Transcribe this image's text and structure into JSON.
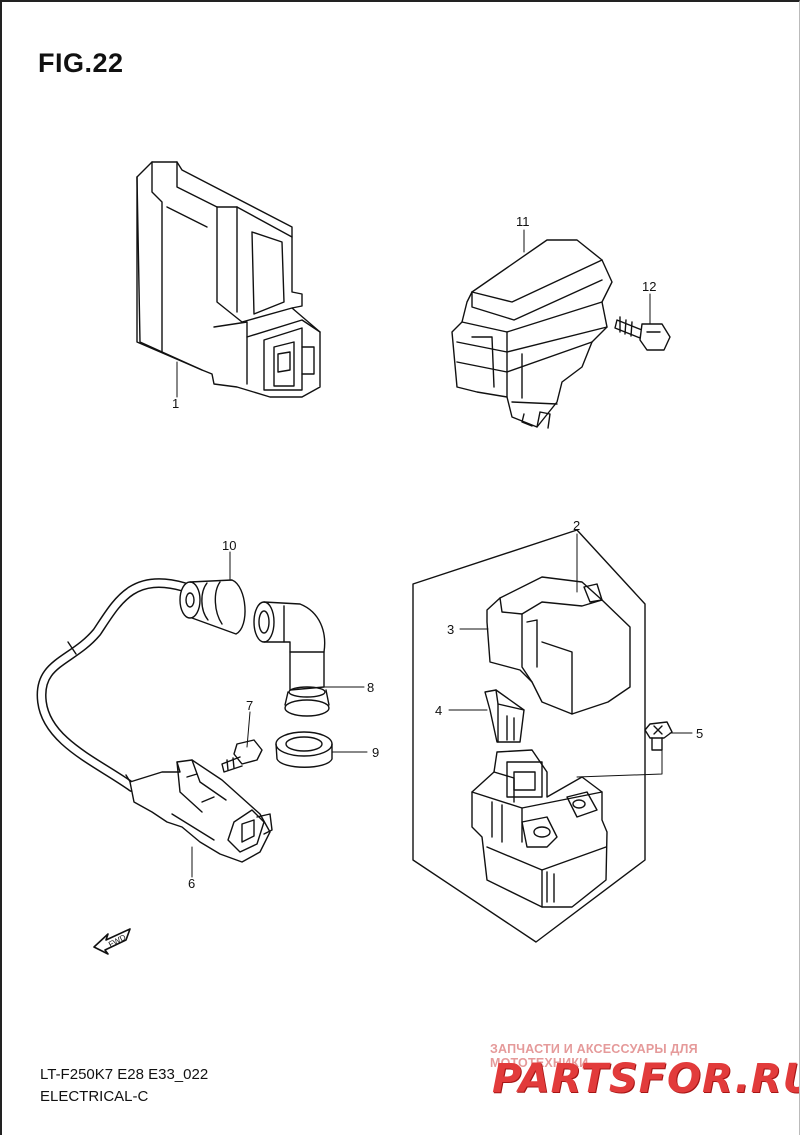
{
  "figure": {
    "title": "FIG.22",
    "code": "LT-F250K7 E28 E33_022",
    "subtitle": "ELECTRICAL-C"
  },
  "parts": [
    {
      "id": "1",
      "label": "1"
    },
    {
      "id": "2",
      "label": "2"
    },
    {
      "id": "3",
      "label": "3"
    },
    {
      "id": "4",
      "label": "4"
    },
    {
      "id": "5",
      "label": "5"
    },
    {
      "id": "6",
      "label": "6"
    },
    {
      "id": "7",
      "label": "7"
    },
    {
      "id": "8",
      "label": "8"
    },
    {
      "id": "9",
      "label": "9"
    },
    {
      "id": "10",
      "label": "10"
    },
    {
      "id": "11",
      "label": "11"
    },
    {
      "id": "12",
      "label": "12"
    }
  ],
  "direction_marker": {
    "text": "FWD"
  },
  "watermark": {
    "tagline": "ЗАПЧАСТИ И АКСЕССУАРЫ ДЛЯ МОТОТЕХНИКИ",
    "brand": "PARTSFOR.RU"
  }
}
